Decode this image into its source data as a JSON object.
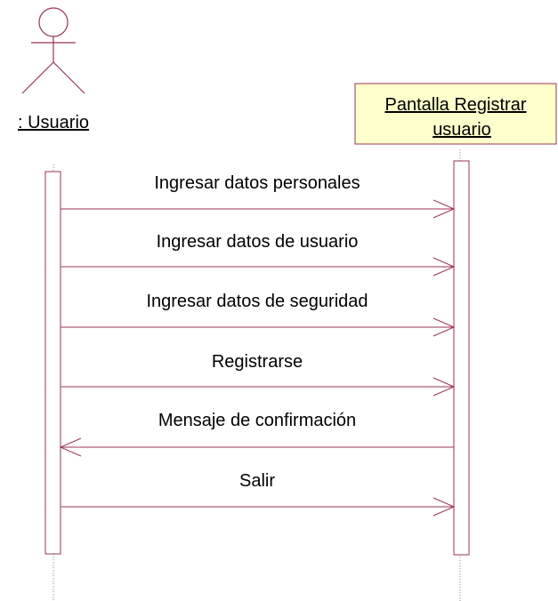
{
  "actor": {
    "name": ": Usuario"
  },
  "object": {
    "name_line1": "Pantalla Registrar",
    "name_line2": "usuario"
  },
  "messages": [
    {
      "label": "Ingresar datos personales",
      "direction": "right"
    },
    {
      "label": "Ingresar datos de usuario",
      "direction": "right"
    },
    {
      "label": "Ingresar datos de seguridad",
      "direction": "right"
    },
    {
      "label": "Registrarse",
      "direction": "right"
    },
    {
      "label": "Mensaje de confirmación",
      "direction": "left"
    },
    {
      "label": "Salir",
      "direction": "right"
    }
  ],
  "colors": {
    "line": "#993355",
    "object_fill": "#ffffcc",
    "object_border": "#993355",
    "actor_stroke": "#993355",
    "text": "#000000"
  }
}
